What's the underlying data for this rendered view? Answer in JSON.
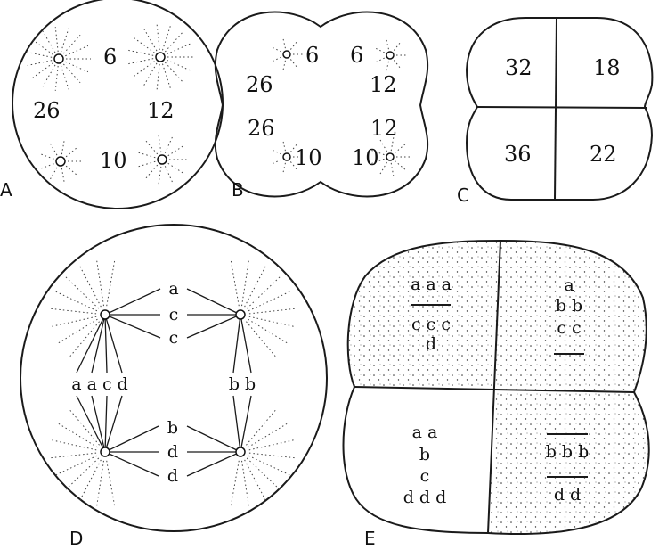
{
  "figure": {
    "A": {
      "label": "A",
      "numbers": {
        "top_right_upper": "6",
        "left_mid": "26",
        "right_mid": "12",
        "bottom_mid": "10"
      }
    },
    "B": {
      "label": "B",
      "numbers": {
        "tl_top": "6",
        "tl_bottom": "26",
        "tr_top": "6",
        "tr_bottom": "12",
        "bl_top": "26",
        "bl_bottom": "10",
        "br_top": "12",
        "br_bottom": "10"
      }
    },
    "C": {
      "label": "C",
      "cells": {
        "top_left": "32",
        "top_right": "18",
        "bottom_left": "36",
        "bottom_right": "22"
      }
    },
    "D": {
      "label": "D",
      "top": [
        "a",
        "c",
        "c"
      ],
      "left": "a a c d",
      "right": "b b",
      "bottom": [
        "b",
        "d",
        "d"
      ]
    },
    "E": {
      "label": "E",
      "top_left": [
        "a a a",
        "c c c",
        "d"
      ],
      "top_right": [
        "a",
        "b b",
        "c c"
      ],
      "bottom_left": [
        "a a",
        "b",
        "c",
        "d d d"
      ],
      "bottom_right": [
        "b b b",
        "d d"
      ]
    }
  }
}
